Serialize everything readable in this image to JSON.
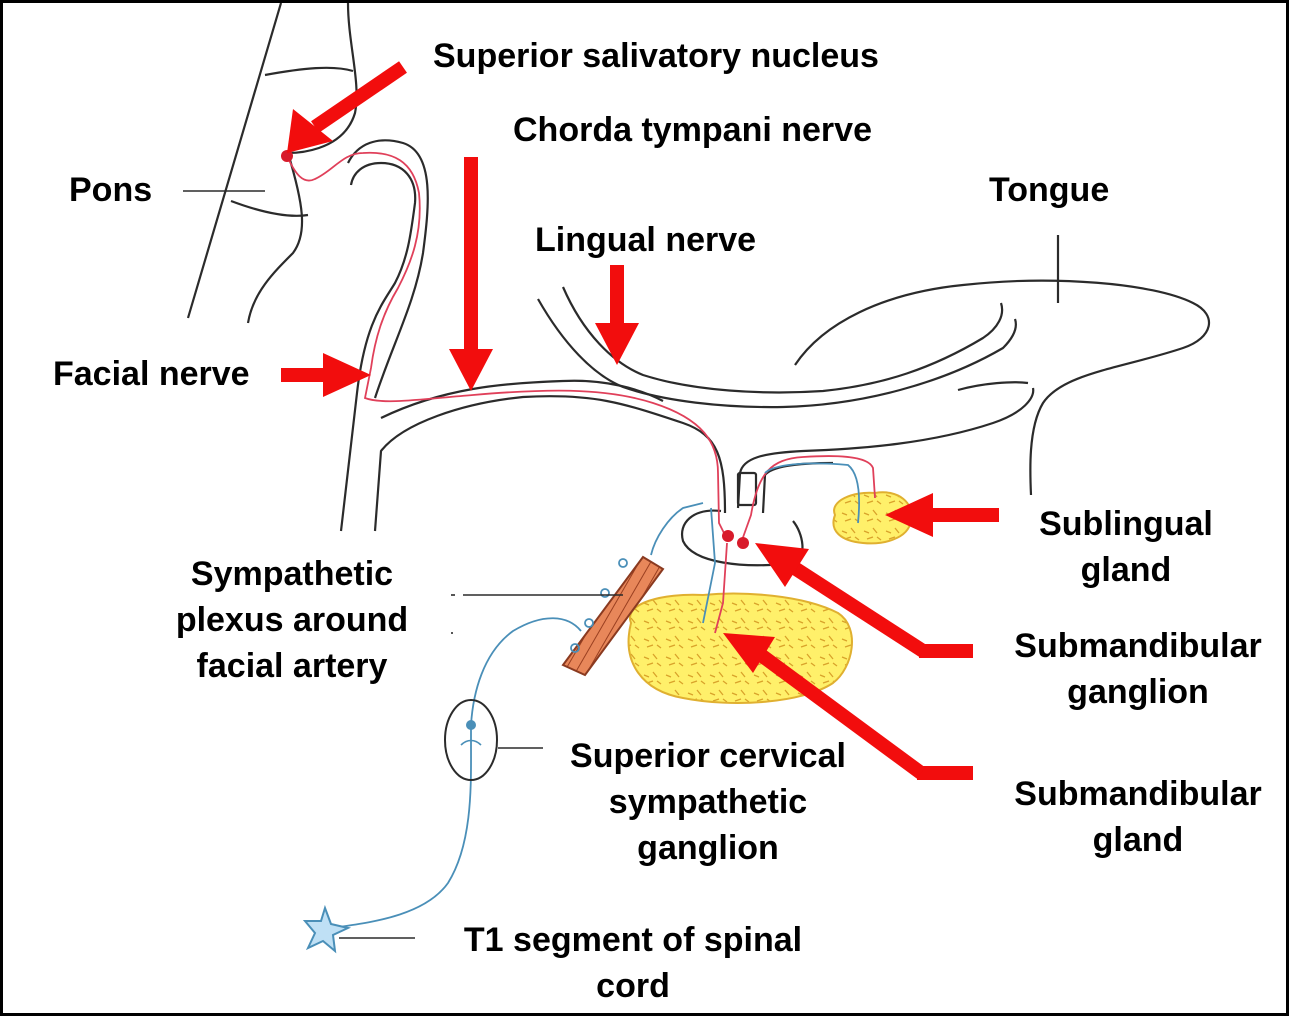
{
  "labels": {
    "superior_salivatory_nucleus": "Superior salivatory nucleus",
    "chorda_tympani_nerve": "Chorda tympani nerve",
    "pons": "Pons",
    "tongue": "Tongue",
    "lingual_nerve": "Lingual nerve",
    "facial_nerve": "Facial nerve",
    "sublingual_gland": [
      "Sublingual",
      "gland"
    ],
    "sympathetic_plexus": [
      "Sympathetic",
      "plexus around",
      "facial artery"
    ],
    "submandibular_ganglion": [
      "Submandibular",
      "ganglion"
    ],
    "superior_cervical_ganglion": [
      "Superior cervical",
      "sympathetic",
      "ganglion"
    ],
    "submandibular_gland": [
      "Submandibular",
      "gland"
    ],
    "t1_segment": [
      "T1 segment of spinal",
      "cord"
    ]
  },
  "colors": {
    "arrow": "#f20d0d",
    "parasympathetic_fiber": "#e0405a",
    "sympathetic_fiber": "#4a8fb8",
    "outline": "#2b2b2b",
    "gland_fill": "#fff06a",
    "gland_stroke": "#e0b030",
    "artery_fill": "#e8875a",
    "artery_stroke": "#8a3a20",
    "ganglion_dot": "#d81b2b",
    "neuron_fill": "#bfe0f5"
  }
}
